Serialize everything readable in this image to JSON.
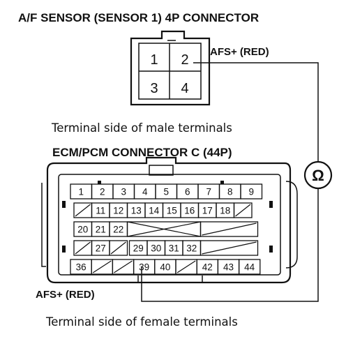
{
  "sensor_connector": {
    "title": "A/F SENSOR (SENSOR 1) 4P CONNECTOR",
    "wire_label": "AFS+ (RED)",
    "pins": [
      "1",
      "2",
      "3",
      "4"
    ],
    "caption": "Terminal side of male terminals"
  },
  "ecm_connector": {
    "title": "ECM/PCM CONNECTOR C (44P)",
    "wire_label": "AFS+ (RED)",
    "caption": "Terminal side of female terminals",
    "row1": [
      "1",
      "2",
      "3",
      "4",
      "5",
      "6",
      "7",
      "8",
      "9"
    ],
    "row2": [
      "",
      "11",
      "12",
      "13",
      "14",
      "15",
      "16",
      "17",
      "18",
      ""
    ],
    "row3": [
      "20",
      "21",
      "22"
    ],
    "row4": [
      "",
      "27",
      "29",
      "30",
      "31",
      "32",
      ""
    ],
    "row5": [
      "36",
      "",
      "",
      "39",
      "40",
      "",
      "42",
      "43",
      "44"
    ]
  },
  "meter": {
    "symbol": "Ω"
  }
}
